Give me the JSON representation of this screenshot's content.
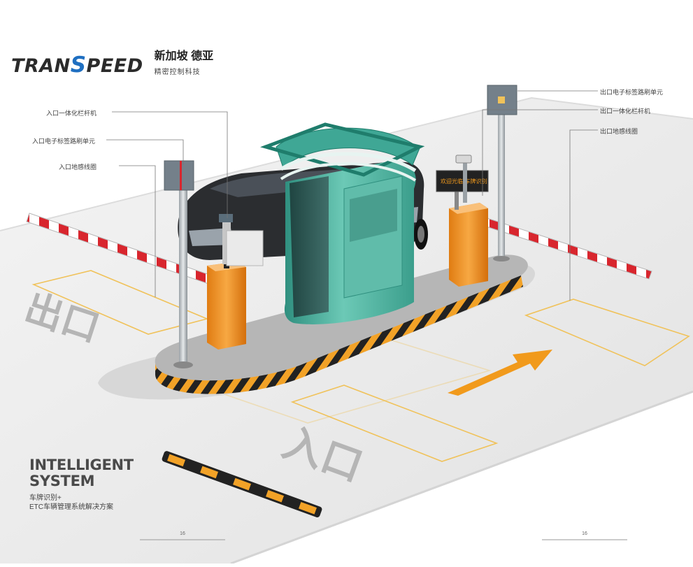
{
  "brand": {
    "logo_pre": "TRAN",
    "logo_s": "S",
    "logo_post": "PEED",
    "company_name": "新加坡 德亚",
    "company_tagline": "精密控制科技"
  },
  "labels": {
    "entry_gate": "入口一体化栏杆机",
    "entry_reader": "入口电子标签路刷单元",
    "entry_loop": "入口地感线圈",
    "exit_reader": "出口电子标签路刷单元",
    "exit_gate": "出口一体化栏杆机",
    "exit_loop": "出口地感线圈"
  },
  "ground": {
    "exit_text": "出口",
    "entry_text": "入口"
  },
  "display_text": "欢迎光临 车牌识别",
  "tagline": {
    "line1": "INTELLIGENT",
    "line2": "SYSTEM",
    "sub1": "车牌识别+",
    "sub2": "ETC车辆管理系统解决方案"
  },
  "footer": {
    "page_left": "16",
    "page_right": "16"
  },
  "colors": {
    "brand_blue": "#1f6fc1",
    "booth_teal": "#4fb3a2",
    "gate_orange": "#f0932b",
    "barrier_red": "#d8262e",
    "arrow_orange": "#f19a1c",
    "road_gray": "#ececec"
  }
}
